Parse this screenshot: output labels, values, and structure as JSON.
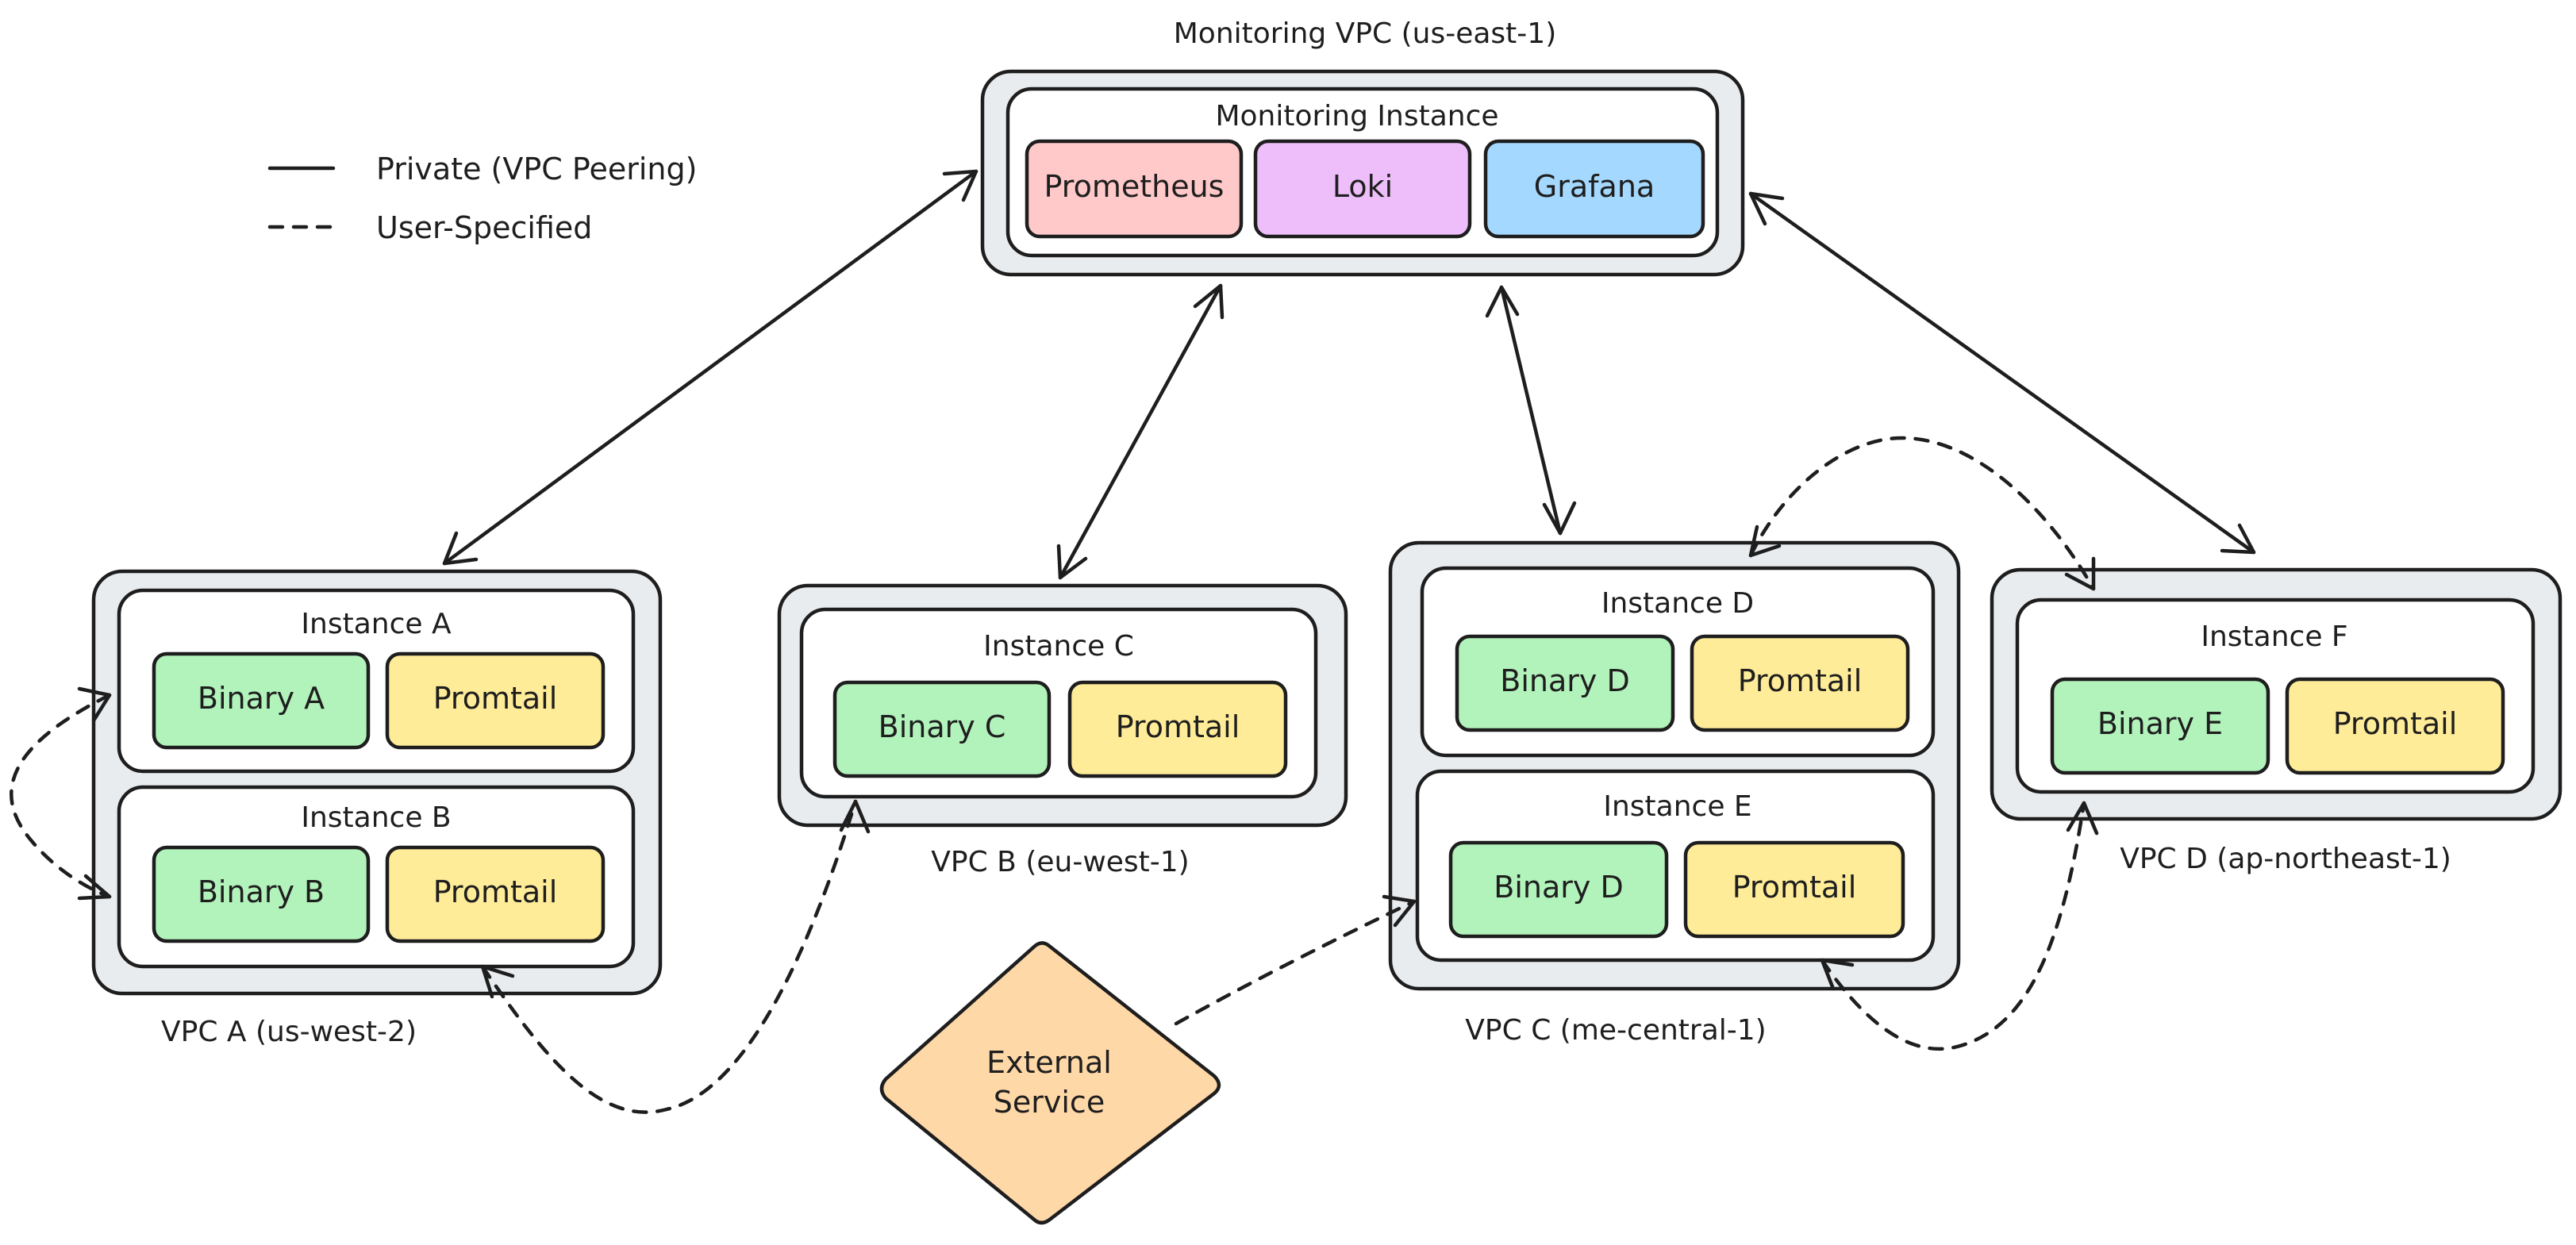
{
  "legend": {
    "private": "Private (VPC Peering)",
    "user": "User-Specified"
  },
  "monitoring": {
    "vpc_label": "Monitoring VPC (us-east-1)",
    "instance_title": "Monitoring Instance",
    "prometheus": "Prometheus",
    "loki": "Loki",
    "grafana": "Grafana"
  },
  "vpc_a": {
    "label": "VPC A (us-west-2)",
    "instance_a": {
      "title": "Instance A",
      "binary": "Binary A",
      "promtail": "Promtail"
    },
    "instance_b": {
      "title": "Instance B",
      "binary": "Binary B",
      "promtail": "Promtail"
    }
  },
  "vpc_b": {
    "label": "VPC B (eu-west-1)",
    "instance_c": {
      "title": "Instance C",
      "binary": "Binary C",
      "promtail": "Promtail"
    }
  },
  "vpc_c": {
    "label": "VPC C (me-central-1)",
    "instance_d": {
      "title": "Instance D",
      "binary": "Binary D",
      "promtail": "Promtail"
    },
    "instance_e": {
      "title": "Instance E",
      "binary": "Binary D",
      "promtail": "Promtail"
    }
  },
  "vpc_d": {
    "label": "VPC D (ap-northeast-1)",
    "instance_f": {
      "title": "Instance F",
      "binary": "Binary E",
      "promtail": "Promtail"
    }
  },
  "external": {
    "line1": "External",
    "line2": "Service"
  },
  "colors": {
    "binary": "#b2f2bb",
    "promtail": "#ffec99",
    "prometheus": "#ffc9c9",
    "loki": "#eebefa",
    "grafana": "#a5d8ff",
    "external": "#ffd8a8",
    "vpc": "#e9ecef"
  }
}
